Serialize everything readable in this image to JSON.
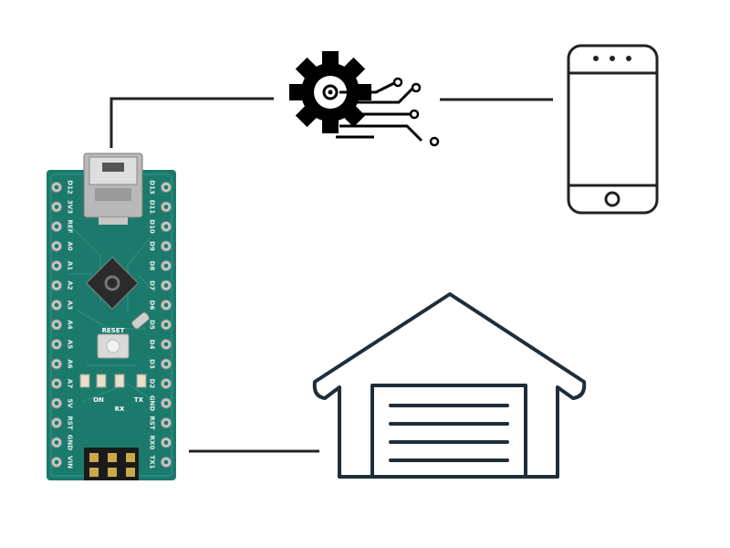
{
  "board": {
    "left_pins": [
      "D12",
      "3V3",
      "REF",
      "A0",
      "A1",
      "A2",
      "A3",
      "A4",
      "A5",
      "A6",
      "A7",
      "5V",
      "RST",
      "GND",
      "VIN"
    ],
    "right_pins": [
      "D13",
      "D11",
      "D10",
      "D9",
      "D8",
      "D7",
      "D6",
      "D5",
      "D4",
      "D3",
      "D2",
      "GND",
      "RST",
      "RX0",
      "TX1"
    ],
    "reset_label": "RESET",
    "led_labels": [
      "ON",
      "RX",
      "TX"
    ]
  },
  "colors": {
    "pcb": "#1c7a6c",
    "line": "#222222",
    "garage": "#1e2e3a"
  },
  "icons": [
    "microcontroller-board",
    "gear-circuit-icon",
    "smartphone-icon",
    "garage-icon"
  ]
}
